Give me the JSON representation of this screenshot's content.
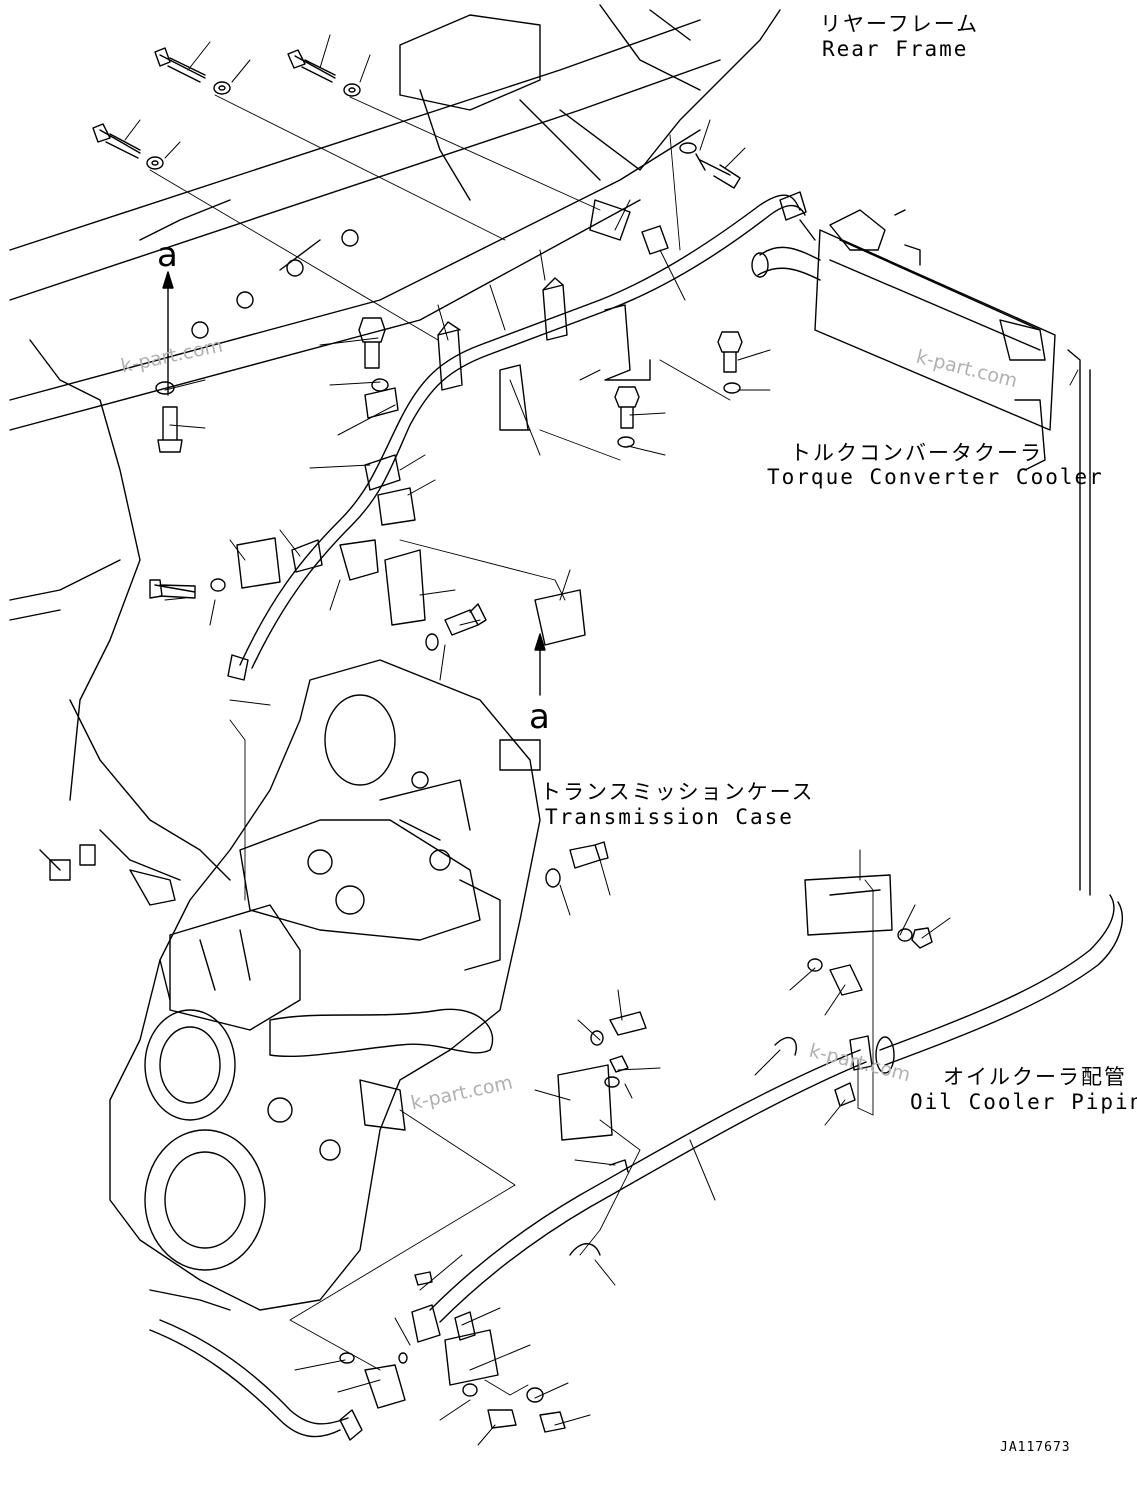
{
  "labels": {
    "rear_frame_jp": "リヤーフレーム",
    "rear_frame_en": "Rear Frame",
    "tc_cooler_jp": "トルクコンバータクーラ",
    "tc_cooler_en": "Torque Converter Cooler",
    "transmission_jp": "トランスミッションケース",
    "transmission_en": "Transmission Case",
    "oil_cooler_jp": "オイルクーラ配管",
    "oil_cooler_en": "Oil Cooler Piping"
  },
  "view_refs": [
    "a",
    "a"
  ],
  "watermark": "k-part.com",
  "drawing_code": "JA117673",
  "colors": {
    "line": "#000000",
    "watermark": "#b0b0b0",
    "background": "#ffffff"
  }
}
